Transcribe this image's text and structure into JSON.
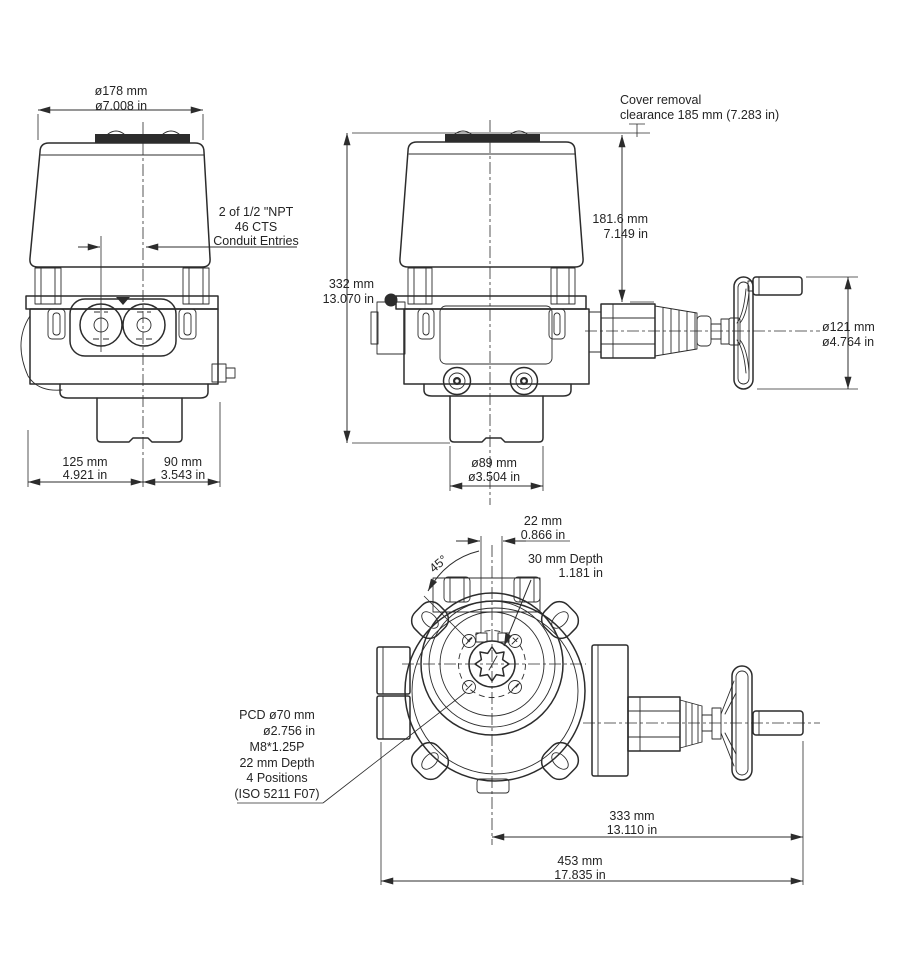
{
  "front_view": {
    "top_dia": {
      "mm": "ø178 mm",
      "in": "ø7.008 in"
    },
    "conduit_note": {
      "line1": "2 of 1/2 \"NPT",
      "line2": "46 CTS",
      "line3": "Conduit Entries"
    },
    "left_width": {
      "mm": "125 mm",
      "in": "4.921 in"
    },
    "right_width": {
      "mm": "90 mm",
      "in": "3.543 in"
    }
  },
  "side_view": {
    "cover_clearance": {
      "line1": "Cover removal",
      "line2": "clearance 185 mm (7.283 in)"
    },
    "height": {
      "mm": "332 mm",
      "in": "13.070 in"
    },
    "cover_height": {
      "mm": "181.6 mm",
      "in": "7.149 in"
    },
    "handwheel_dia": {
      "mm": "ø121 mm",
      "in": "ø4.764 in"
    },
    "spigot_dia": {
      "mm": "ø89 mm",
      "in": "ø3.504 in"
    }
  },
  "bottom_view": {
    "shaft_offset": {
      "mm": "22 mm",
      "in": "0.866 in"
    },
    "bore_depth": {
      "line1": "30 mm Depth",
      "line2": "1.181 in"
    },
    "angle": "45°",
    "mounting_note": {
      "line1": "PCD ø70 mm",
      "line2": "ø2.756 in",
      "line3": "M8*1.25P",
      "line4": "22 mm Depth",
      "line5": "4 Positions",
      "line6": "(ISO 5211 F07)"
    },
    "center_to_handle": {
      "mm": "333 mm",
      "in": "13.110 in"
    },
    "overall_length": {
      "mm": "453 mm",
      "in": "17.835 in"
    }
  }
}
